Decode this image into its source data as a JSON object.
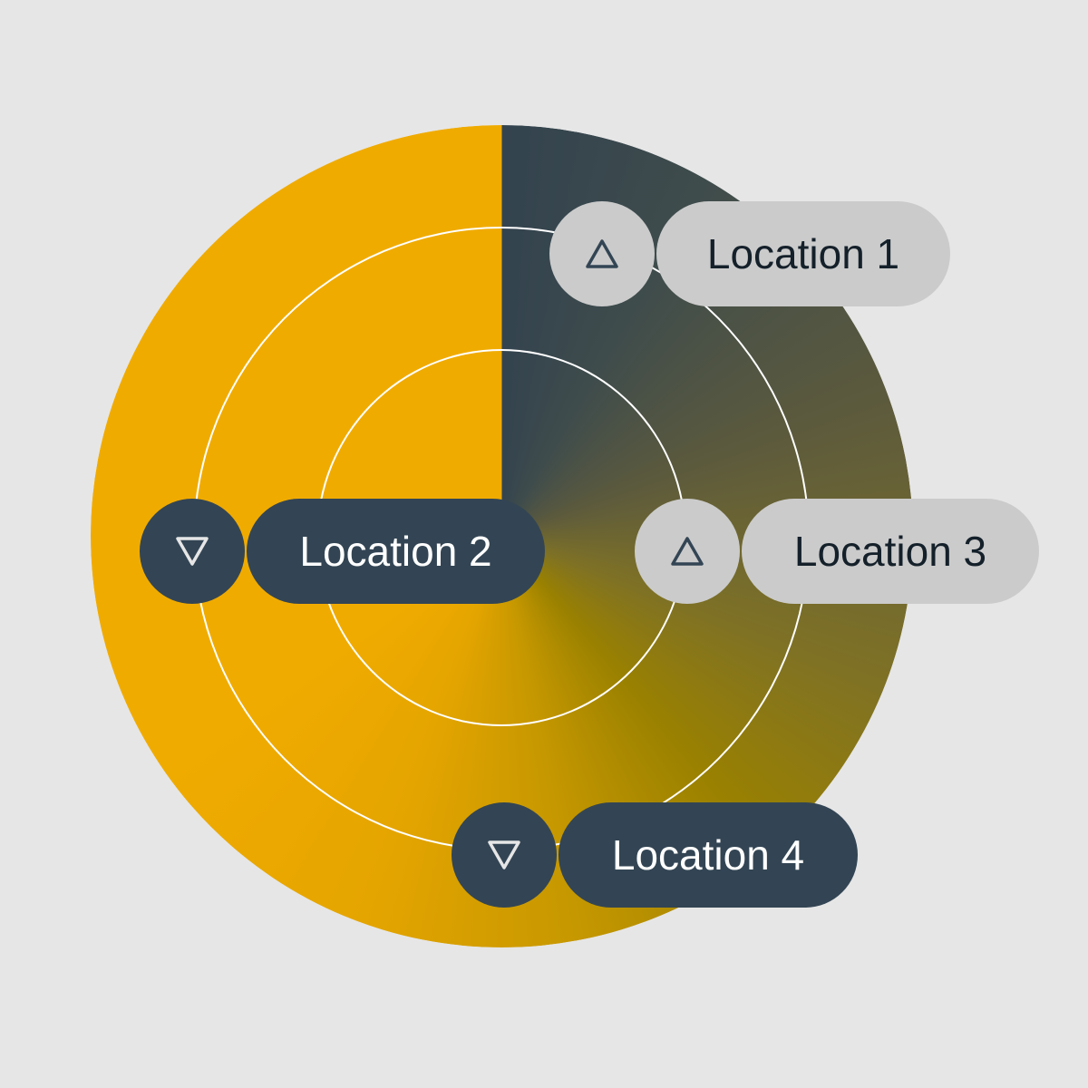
{
  "colors": {
    "background": "#e6e6e6",
    "accent_yellow": "#f0ab00",
    "accent_navy": "#334554",
    "accent_olive": "#9a8100",
    "light_marker": "#cbcbcb",
    "ring_stroke": "#ffffff"
  },
  "locations": [
    {
      "label": "Location 1",
      "icon": "triangle-up-icon",
      "style": "light"
    },
    {
      "label": "Location 2",
      "icon": "triangle-down-icon",
      "style": "dark"
    },
    {
      "label": "Location 3",
      "icon": "triangle-up-icon",
      "style": "light"
    },
    {
      "label": "Location 4",
      "icon": "triangle-down-icon",
      "style": "dark"
    }
  ]
}
